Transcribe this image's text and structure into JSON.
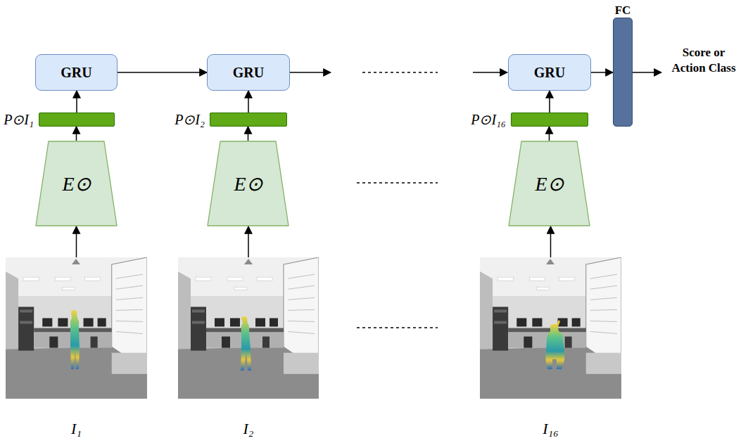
{
  "diagram": {
    "nodes": [
      {
        "text": [
          "GRU"
        ]
      },
      {
        "text": [
          "GRU"
        ]
      },
      {
        "text": [
          "GRU"
        ]
      },
      {
        "text": [
          "FC"
        ]
      },
      {
        "text": [
          "P⊙I₁"
        ]
      },
      {
        "text": [
          "P⊙I₂"
        ]
      },
      {
        "text": [
          "P⊙I₁₆"
        ]
      },
      {
        "text": [
          "E⊙"
        ]
      },
      {
        "text": [
          "E⊙"
        ]
      },
      {
        "text": [
          "E⊙"
        ]
      },
      {
        "text": [
          "I₁"
        ]
      },
      {
        "text": [
          "I₂"
        ]
      },
      {
        "text": [
          "I₁₆"
        ]
      }
    ],
    "edges": [
      {
        "from": 10,
        "to": 7,
        "arrow": "to"
      },
      {
        "from": 7,
        "to": 4,
        "arrow": "to"
      },
      {
        "from": 4,
        "to": 0,
        "arrow": "to"
      },
      {
        "from": 11,
        "to": 8,
        "arrow": "to"
      },
      {
        "from": 8,
        "to": 5,
        "arrow": "to"
      },
      {
        "from": 5,
        "to": 1,
        "arrow": "to"
      },
      {
        "from": 12,
        "to": 9,
        "arrow": "to"
      },
      {
        "from": 9,
        "to": 6,
        "arrow": "to"
      },
      {
        "from": 6,
        "to": 2,
        "arrow": "to"
      },
      {
        "from": 0,
        "to": 1,
        "arrow": "to"
      },
      {
        "from": 2,
        "to": 3,
        "arrow": "to"
      }
    ],
    "labels": [
      "Score or Action Class"
    ]
  }
}
